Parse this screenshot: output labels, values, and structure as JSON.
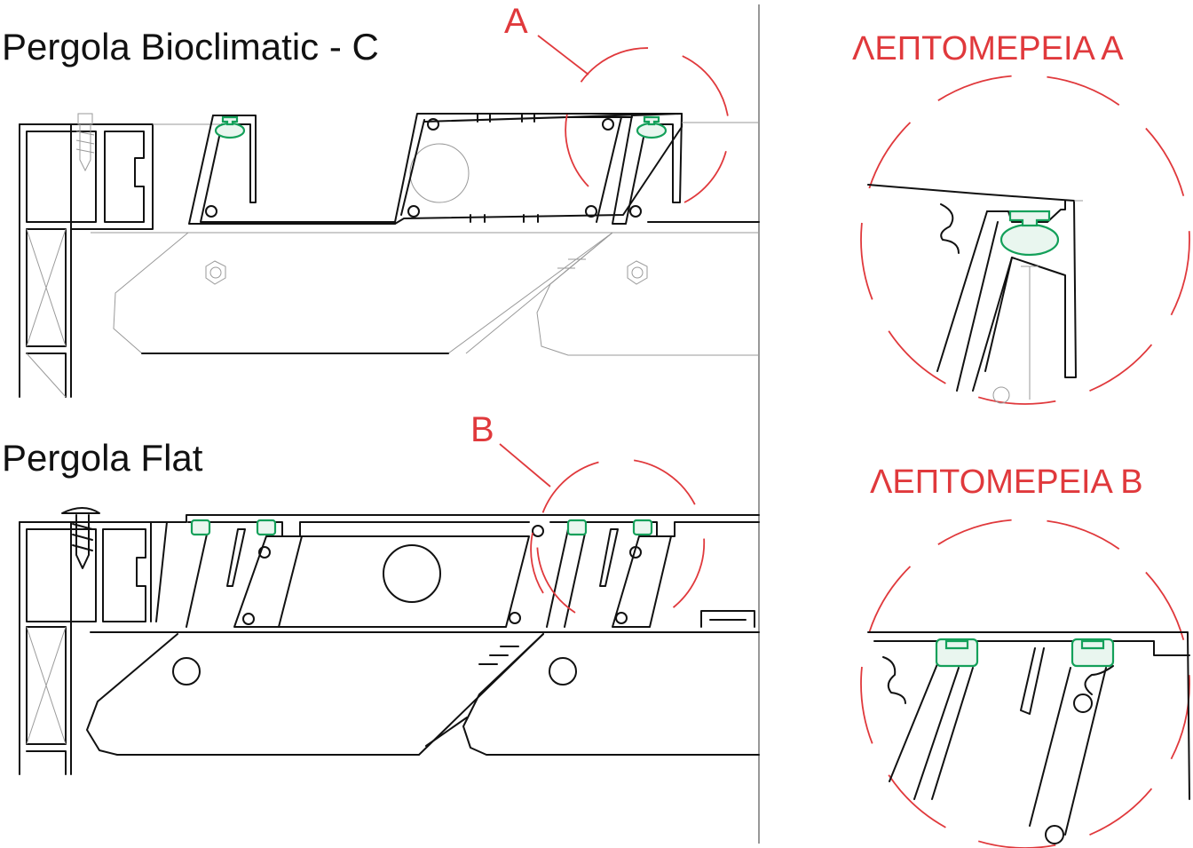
{
  "titles": {
    "bioclimatic": "Pergola Bioclimatic - C",
    "flat": "Pergola Flat"
  },
  "callouts": {
    "a": "A",
    "b": "B"
  },
  "details": {
    "a": "ΛΕΠΤΟΜΕΡΕΙΑ Α",
    "b": "ΛΕΠΤΟΜΕΡΕΙΑ Β"
  },
  "colors": {
    "callout": "#e0393c",
    "seal": "#14a05a",
    "outline": "#111111"
  }
}
